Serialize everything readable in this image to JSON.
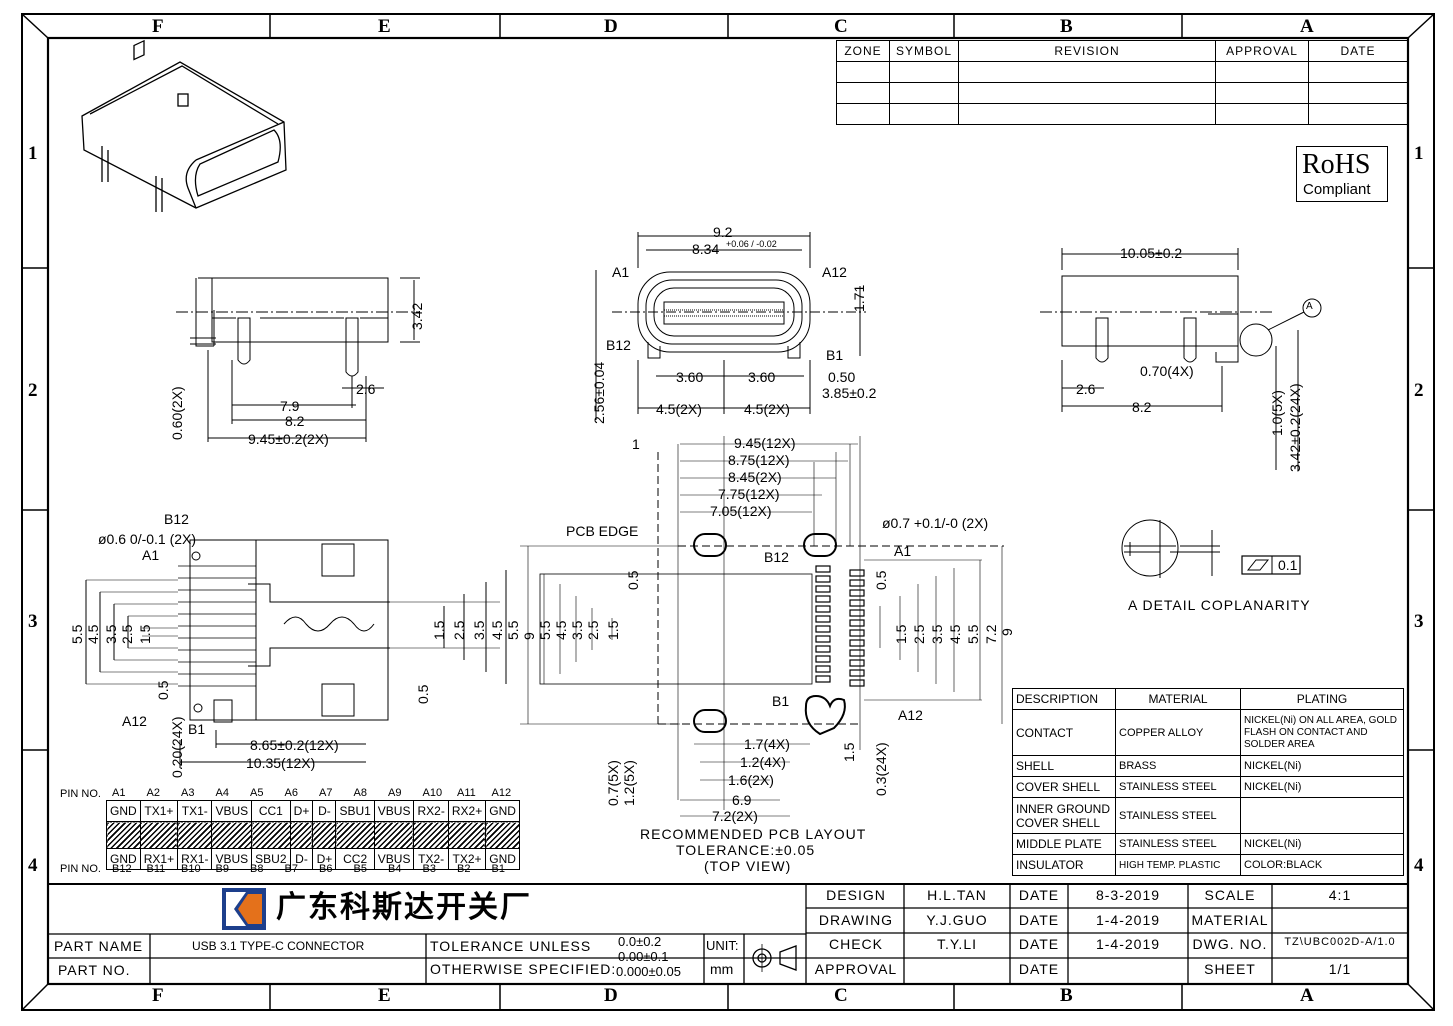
{
  "zones_cols": [
    "F",
    "E",
    "D",
    "C",
    "B",
    "A"
  ],
  "zones_rows": [
    "1",
    "2",
    "3",
    "4"
  ],
  "revision": {
    "headers": [
      "ZONE",
      "SYMBOL",
      "REVISION",
      "APPROVAL",
      "DATE"
    ]
  },
  "rohs": {
    "line1": "RoHS",
    "line2": "Compliant"
  },
  "dims": {
    "front_width": "9.2",
    "front_inner": "8.34",
    "front_inner_tol": "+0.06 / -0.02",
    "a1": "A1",
    "a12": "A12",
    "b12": "B12",
    "b1": "B1",
    "h171": "1.71",
    "h256": "2.56±0.04",
    "d360a": "3.60",
    "d360b": "3.60",
    "d050": "0.50",
    "d385": "3.85±0.2",
    "d45a": "4.5(2X)",
    "d45b": "4.5(2X)",
    "side_h": "3.42",
    "side_06": "0.60(2X)",
    "side_26": "2.6",
    "side_79": "7.9",
    "side_82": "8.2",
    "side_945": "9.45±0.2(2X)",
    "r_1005": "10.05±0.2",
    "r_07": "0.70(4X)",
    "r_26": "2.6",
    "r_82": "8.2",
    "r_10": "1.0(5X)",
    "r_342": "3.42±0.2(24X)",
    "detail_a": "A",
    "coplanarity": "A DETAIL COPLANARITY",
    "cop_val": "0.1",
    "pcb_945": "9.45(12X)",
    "pcb_875": "8.75(12X)",
    "pcb_845": "8.45(2X)",
    "pcb_775": "7.75(12X)",
    "pcb_705": "7.05(12X)",
    "pcb_edge": "PCB EDGE",
    "pcb_hole": "ø0.7 +0.1/-0 (2X)",
    "pcb_17": "1.7(4X)",
    "pcb_12": "1.2(4X)",
    "pcb_16": "1.6(2X)",
    "pcb_69": "6.9",
    "pcb_72": "7.2(2X)",
    "pcb_07": "0.7(5X)",
    "pcb_125": "1.2(5X)",
    "pcb_15": "1.5",
    "pcb_03": "0.3(24X)",
    "pcb_title": "RECOMMENDED PCB LAYOUT",
    "pcb_tol": "TOLERANCE:±0.05",
    "pcb_view": "(TOP VIEW)",
    "bot_06": "ø0.6 0/-0.1 (2X)",
    "bot_865": "8.65±0.2(12X)",
    "bot_1035": "10.35(12X)",
    "bot_020": "0.20(24X)",
    "bot_05": "0.5",
    "v55": "5.5",
    "v45": "4.5",
    "v35": "3.5",
    "v25": "2.5",
    "v15": "1.5",
    "v9": "9",
    "v72": "7.2",
    "v05": "0.5",
    "v1": "1"
  },
  "pins": {
    "no_label_top": "PIN NO.",
    "no_label_bottom": "PIN NO.",
    "top_nums": [
      "A1",
      "A2",
      "A3",
      "A4",
      "A5",
      "A6",
      "A7",
      "A8",
      "A9",
      "A10",
      "A11",
      "A12"
    ],
    "top_names": [
      "GND",
      "TX1+",
      "TX1-",
      "VBUS",
      "CC1",
      "D+",
      "D-",
      "SBU1",
      "VBUS",
      "RX2-",
      "RX2+",
      "GND"
    ],
    "bot_names": [
      "GND",
      "RX1+",
      "RX1-",
      "VBUS",
      "SBU2",
      "D-",
      "D+",
      "CC2",
      "VBUS",
      "TX2-",
      "TX2+",
      "GND"
    ],
    "bot_nums": [
      "B12",
      "B11",
      "B10",
      "B9",
      "B8",
      "B7",
      "B6",
      "B5",
      "B4",
      "B3",
      "B2",
      "B1"
    ]
  },
  "materials": {
    "headers": [
      "DESCRIPTION",
      "MATERIAL",
      "PLATING"
    ],
    "rows": [
      [
        "CONTACT",
        "COPPER ALLOY",
        "NICKEL(Ni) ON ALL AREA, GOLD FLASH ON CONTACT AND SOLDER AREA"
      ],
      [
        "SHELL",
        "BRASS",
        "NICKEL(Ni)"
      ],
      [
        "COVER SHELL",
        "STAINLESS STEEL",
        "NICKEL(Ni)"
      ],
      [
        "INNER GROUND COVER SHELL",
        "STAINLESS STEEL",
        ""
      ],
      [
        "MIDDLE PLATE",
        "STAINLESS STEEL",
        "NICKEL(Ni)"
      ],
      [
        "INSULATOR",
        "HIGH TEMP. PLASTIC",
        "COLOR:BLACK"
      ]
    ]
  },
  "title_block": {
    "company": "广东科斯达开关厂",
    "part_name_label": "PART NAME",
    "part_name": "USB 3.1 TYPE-C CONNECTOR",
    "part_no_label": "PART NO.",
    "part_no": "",
    "tol_line1": "TOLERANCE UNLESS",
    "tol_line2": "OTHERWISE SPECIFIED:",
    "tol_v1": "0.0±0.2",
    "tol_v2": "0.00±0.1",
    "tol_v3": "0.000±0.05",
    "unit_label": "UNIT:",
    "unit": "mm",
    "rows": [
      {
        "role": "DESIGN",
        "name": "H.L.TAN",
        "date_label": "DATE",
        "date": "8-3-2019",
        "k": "SCALE",
        "v": "4:1"
      },
      {
        "role": "DRAWING",
        "name": "Y.J.GUO",
        "date_label": "DATE",
        "date": "1-4-2019",
        "k": "MATERIAL",
        "v": ""
      },
      {
        "role": "CHECK",
        "name": "T.Y.LI",
        "date_label": "DATE",
        "date": "1-4-2019",
        "k": "DWG. NO.",
        "v": "TZ\\UBC002D-A/1.0"
      },
      {
        "role": "APPROVAL",
        "name": "",
        "date_label": "DATE",
        "date": "",
        "k": "SHEET",
        "v": "1/1"
      }
    ]
  }
}
